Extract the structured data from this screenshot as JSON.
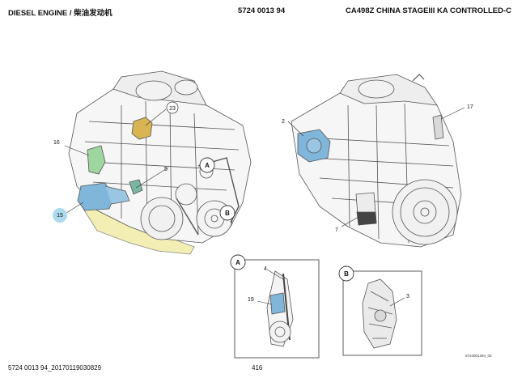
{
  "header": {
    "left": "DIESEL ENGINE / 柴油发动机",
    "center": "5724 0013 94",
    "right": "CA498Z CHINA STAGEIII KA CONTROLLED-C"
  },
  "footer": {
    "left": "5724 0013 94_20170119030829",
    "page": "416"
  },
  "figure_code": "5724001394_03",
  "callouts": {
    "c23": "23",
    "c16": "16",
    "c5": "5",
    "c15": "15",
    "c2": "2",
    "c17": "17",
    "c7": "7",
    "c4": "4",
    "c19": "19",
    "c3": "3"
  },
  "view_labels": {
    "a1": "A",
    "b1": "B",
    "a2": "A",
    "b2": "B"
  },
  "colors": {
    "line": "#555555",
    "highlight_blue": "#7fb6d9",
    "highlight_yellow": "#f3efb4",
    "highlight_green": "#9fd6a0",
    "highlight_gold": "#d8b552",
    "highlight_cyan": "#9fd4ec"
  }
}
